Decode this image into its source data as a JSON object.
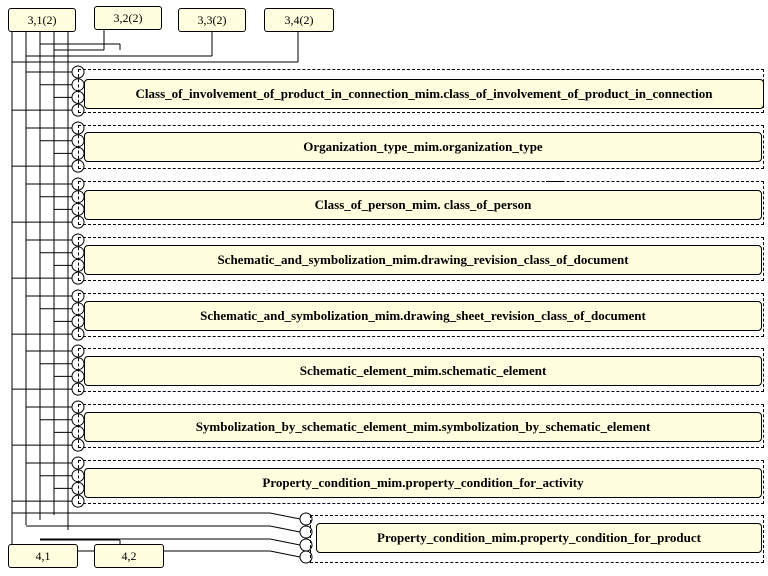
{
  "top_refs": [
    "3,1(2)",
    "3,2(2)",
    "3,3(2)",
    "3,4(2)"
  ],
  "bottom_refs": [
    "4,1",
    "4,2"
  ],
  "entities": [
    "Class_of_involvement_of_product_in_connection_mim.class_of_involvement_of_product_in_connection",
    "Organization_type_mim.organization_type",
    "Class_of_person_mim. class_of_person",
    "Schematic_and_symbolization_mim.drawing_revision_class_of_document",
    "Schematic_and_symbolization_mim.drawing_sheet_revision_class_of_document",
    "Schematic_element_mim.schematic_element",
    "Symbolization_by_schematic_element_mim.symbolization_by_schematic_element",
    "Property_condition_mim.property_condition_for_activity",
    "Property_condition_mim.property_condition_for_product"
  ]
}
